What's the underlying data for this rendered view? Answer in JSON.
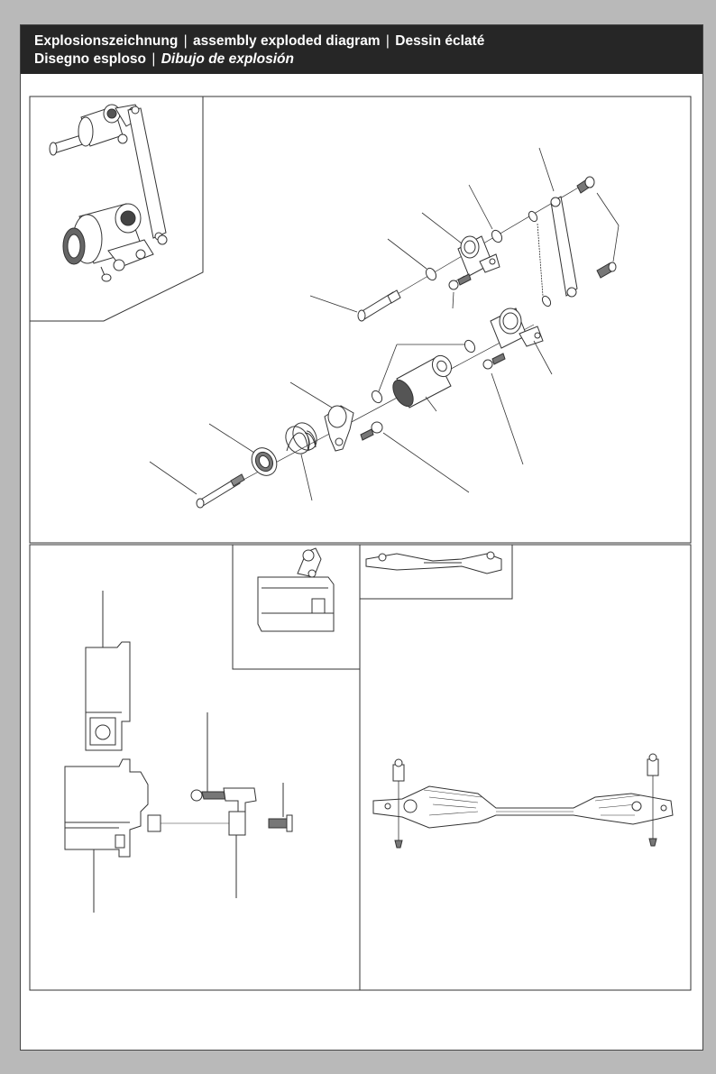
{
  "header": {
    "line1": {
      "part1": "Explosionszeichnung",
      "sep1": "|",
      "part2": "assembly exploded diagram",
      "sep2": "|",
      "part3": "Dessin éclaté"
    },
    "line2": {
      "part1": "Disegno esploso",
      "sep1": "|",
      "part2": "Dibujo de explosión"
    }
  },
  "colors": {
    "background": "#b9b9b9",
    "page": "#ffffff",
    "header_bg": "#262626",
    "header_text": "#ffffff",
    "line": "#333333"
  }
}
